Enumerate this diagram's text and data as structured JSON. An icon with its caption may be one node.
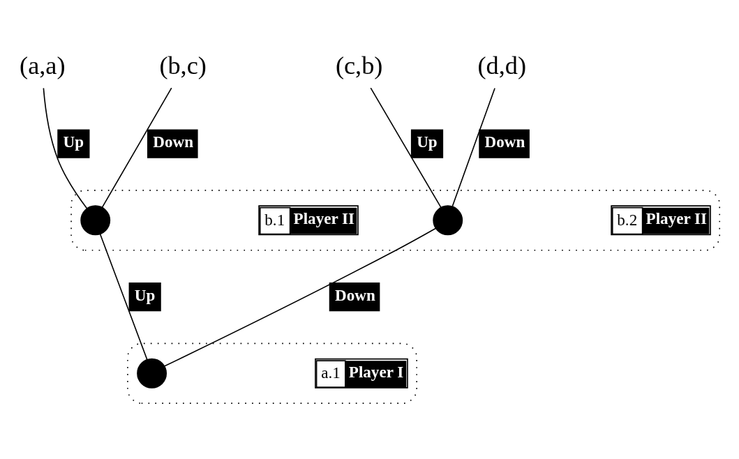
{
  "diagram": {
    "nodes": [
      {
        "text": [
          "(a,a)"
        ]
      },
      {
        "text": [
          "(b,c)"
        ]
      },
      {
        "text": [
          "(c,b)"
        ]
      },
      {
        "text": [
          "(d,d)"
        ]
      },
      {
        "text": [],
        "shape": "ellipse"
      },
      {
        "text": [],
        "shape": "circle",
        "in": 4,
        "beside": [
          "b.1",
          "Player II"
        ]
      },
      {
        "text": [],
        "shape": "circle",
        "in": 4,
        "beside": [
          "b.2",
          "Player II"
        ]
      },
      {
        "text": [],
        "shape": "ellipse"
      },
      {
        "text": [],
        "shape": "circle",
        "in": 7,
        "beside": [
          "a.1",
          "Player I"
        ]
      }
    ],
    "edges": [
      {
        "from": 8,
        "to": 5,
        "arrow": "none",
        "label": "Up"
      },
      {
        "from": 8,
        "to": 6,
        "arrow": "none",
        "label": "Down"
      },
      {
        "from": 5,
        "to": 0,
        "arrow": "none",
        "label": "Up"
      },
      {
        "from": 5,
        "to": 1,
        "arrow": "none",
        "label": "Down"
      },
      {
        "from": 6,
        "to": 2,
        "arrow": "none",
        "label": "Up"
      },
      {
        "from": 6,
        "to": 3,
        "arrow": "none",
        "label": "Down"
      }
    ]
  }
}
